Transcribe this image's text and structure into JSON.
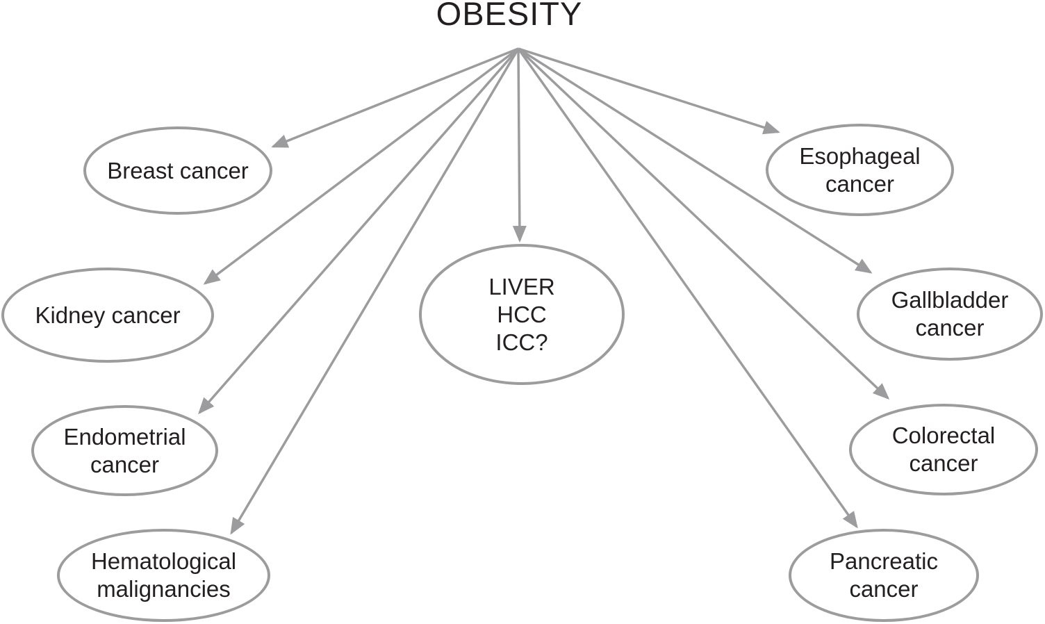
{
  "title": "OBESITY",
  "colors": {
    "line": "#9c9c9e",
    "text": "#231f20",
    "background": "#ffffff"
  },
  "nodes": [
    {
      "id": "breast-cancer",
      "label": "Breast cancer"
    },
    {
      "id": "kidney-cancer",
      "label": "Kidney cancer"
    },
    {
      "id": "endometrial-cancer",
      "label": "Endometrial\ncancer"
    },
    {
      "id": "hematological-malignancies",
      "label": "Hematological\nmalignancies"
    },
    {
      "id": "liver-hcc-icc",
      "label": "LIVER\nHCC\nICC?"
    },
    {
      "id": "esophageal-cancer",
      "label": "Esophageal\ncancer"
    },
    {
      "id": "gallbladder-cancer",
      "label": "Gallbladder\ncancer"
    },
    {
      "id": "colorectal-cancer",
      "label": "Colorectal\ncancer"
    },
    {
      "id": "pancreatic-cancer",
      "label": "Pancreatic\ncancer"
    }
  ],
  "edges": [
    {
      "from": "OBESITY",
      "to": "Breast cancer"
    },
    {
      "from": "OBESITY",
      "to": "Kidney cancer"
    },
    {
      "from": "OBESITY",
      "to": "Endometrial cancer"
    },
    {
      "from": "OBESITY",
      "to": "Hematological malignancies"
    },
    {
      "from": "OBESITY",
      "to": "LIVER HCC ICC?"
    },
    {
      "from": "OBESITY",
      "to": "Esophageal cancer"
    },
    {
      "from": "OBESITY",
      "to": "Gallbladder cancer"
    },
    {
      "from": "OBESITY",
      "to": "Colorectal cancer"
    },
    {
      "from": "OBESITY",
      "to": "Pancreatic cancer"
    }
  ]
}
